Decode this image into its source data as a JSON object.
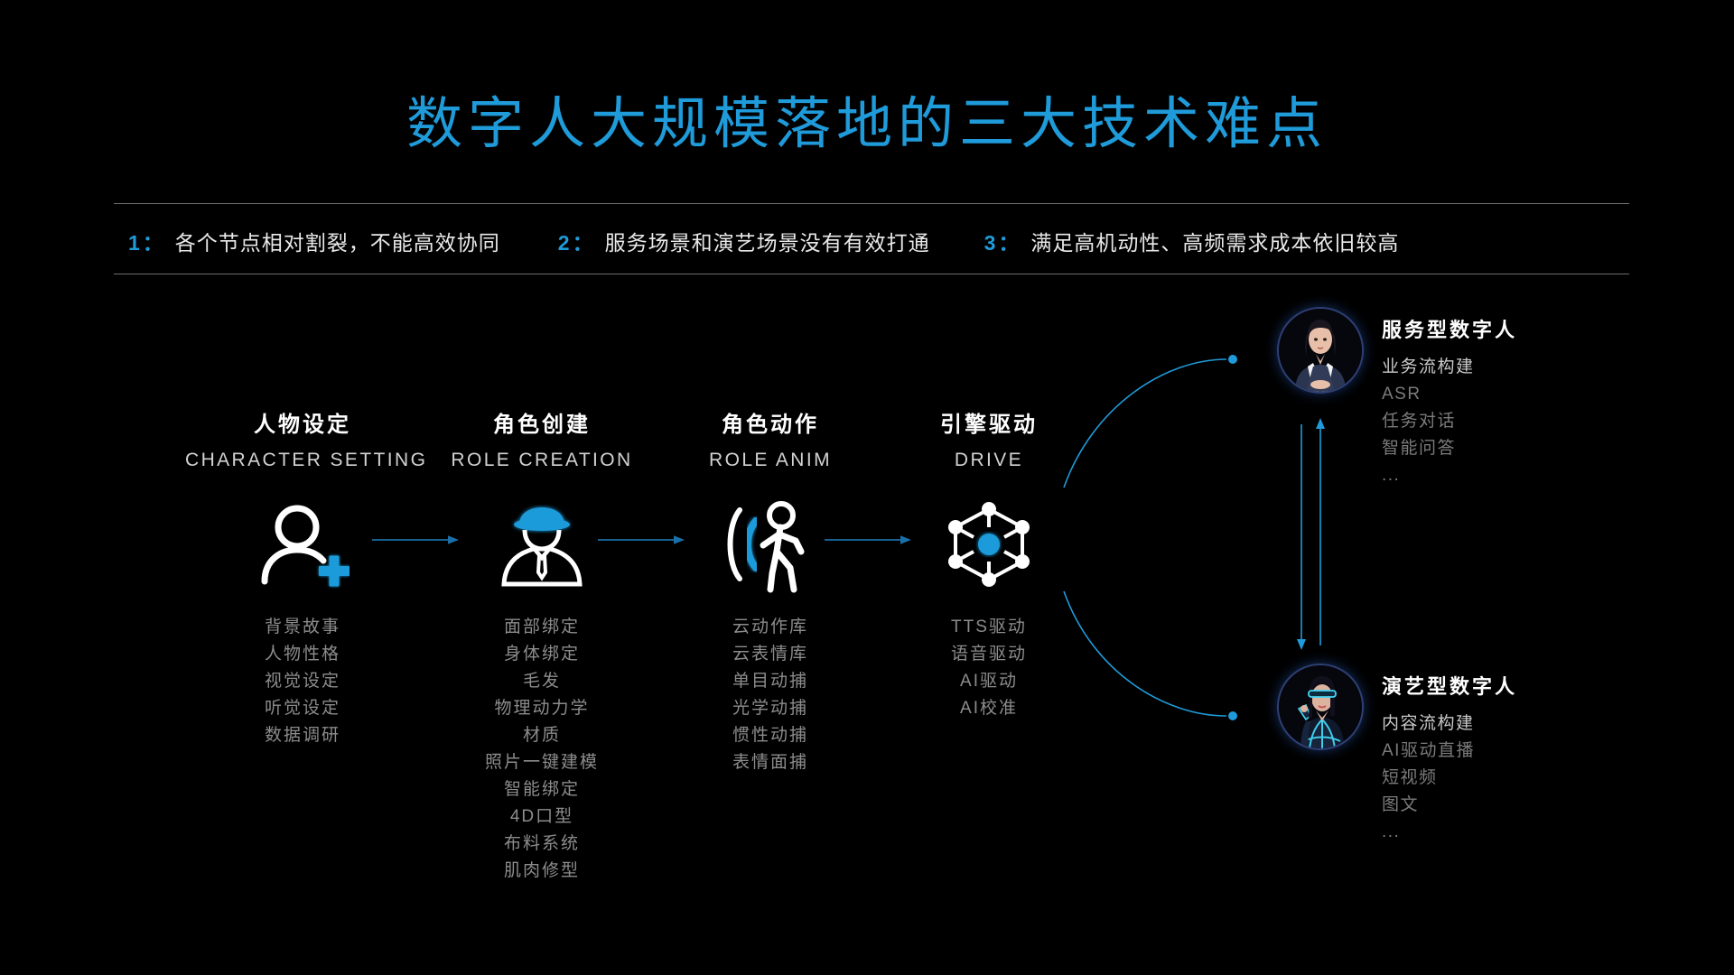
{
  "title": "数字人大规模落地的三大技术难点",
  "accent_color": "#1F9BDA",
  "pain_points": [
    {
      "num": "1",
      "colon": "：",
      "text": "各个节点相对割裂，不能高效协同"
    },
    {
      "num": "2",
      "colon": "：",
      "text": "服务场景和演艺场景没有有效打通"
    },
    {
      "num": "3",
      "colon": "：",
      "text": "满足高机动性、高频需求成本依旧较高"
    }
  ],
  "pipeline": [
    {
      "cn": "人物设定",
      "en": "CHARACTER SETTING",
      "icon": "person-add-icon",
      "items": [
        "背景故事",
        "人物性格",
        "视觉设定",
        "听觉设定",
        "数据调研"
      ]
    },
    {
      "cn": "角色创建",
      "en": "ROLE CREATION",
      "icon": "character-avatar-icon",
      "items": [
        "面部绑定",
        "身体绑定",
        "毛发",
        "物理动力学",
        "材质",
        "照片一键建模",
        "智能绑定",
        "4D口型",
        "布料系统",
        "肌肉修型"
      ]
    },
    {
      "cn": "角色动作",
      "en": "ROLE ANIM",
      "icon": "motion-capture-icon",
      "items": [
        "云动作库",
        "云表情库",
        "单目动捕",
        "光学动捕",
        "惯性动捕",
        "表情面捕"
      ]
    },
    {
      "cn": "引擎驱动",
      "en": "DRIVE",
      "icon": "engine-node-icon",
      "items": [
        "TTS驱动",
        "语音驱动",
        "AI驱动",
        "AI校准"
      ]
    }
  ],
  "outcomes": [
    {
      "avatar": "business-woman-avatar",
      "title": "服务型数字人",
      "items": [
        "业务流构建",
        "ASR",
        "任务对话",
        "智能问答",
        "..."
      ]
    },
    {
      "avatar": "virtual-idol-avatar",
      "title": "演艺型数字人",
      "items": [
        "内容流构建",
        "AI驱动直播",
        "短视频",
        "图文",
        "..."
      ]
    }
  ]
}
